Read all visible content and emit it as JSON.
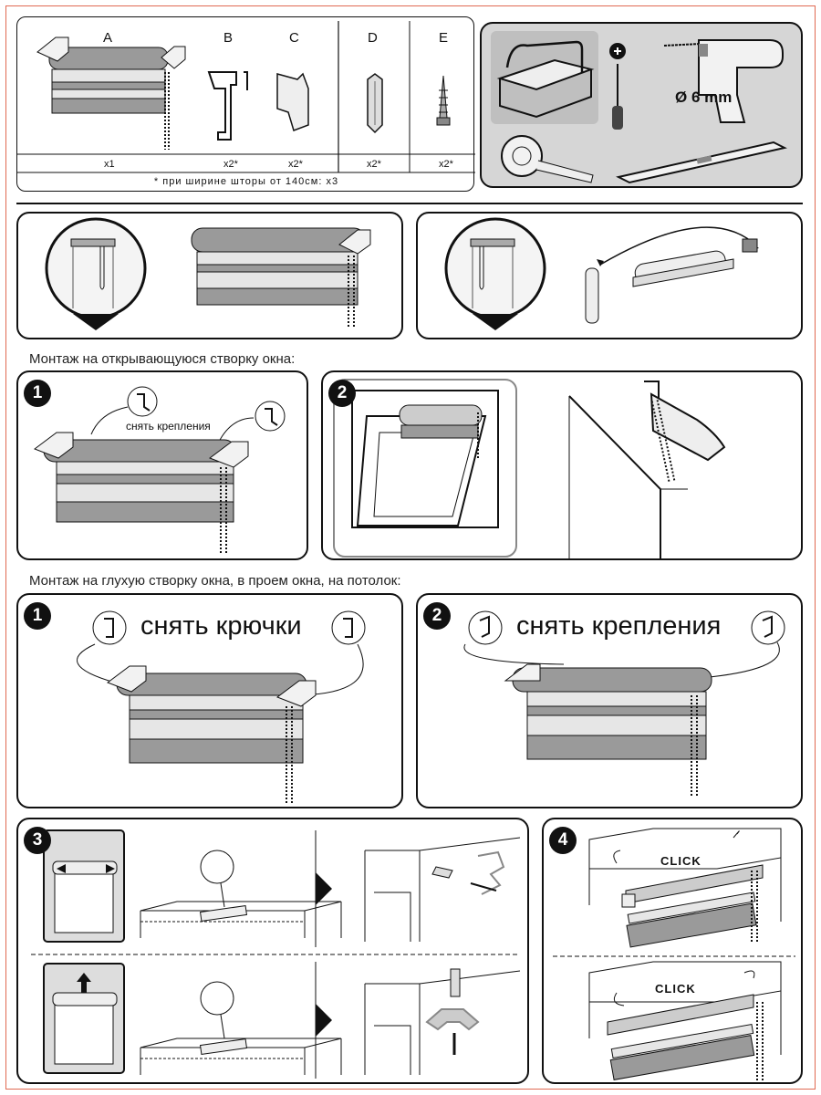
{
  "parts": {
    "labels": [
      "A",
      "B",
      "C",
      "D",
      "E"
    ],
    "quantities": [
      "x1",
      "x2*",
      "x2*",
      "x2*",
      "x2*"
    ],
    "footnote": "* при ширине шторы от 140см: x3"
  },
  "tools": {
    "drill_size": "Ø 6 mm"
  },
  "sections": {
    "sash_title": "Монтаж на открывающуюся створку окна:",
    "sash_step1_number": "1",
    "sash_step1_label": "снять крепления",
    "sash_step2_number": "2",
    "fixed_title": "Монтаж на глухую створку окна, в проем окна, на потолок:",
    "fixed_step1_number": "1",
    "fixed_step1_label": "снять крючки",
    "fixed_step2_number": "2",
    "fixed_step2_label": "снять крепления",
    "fixed_step3_number": "3",
    "fixed_step4_number": "4",
    "click_label": "CLICK"
  },
  "colors": {
    "fabric_dark": "#8a8a8a",
    "fabric_light": "#c8c8c8",
    "tool_bg": "#d6d6d6",
    "frame_border": "#e06a52"
  }
}
